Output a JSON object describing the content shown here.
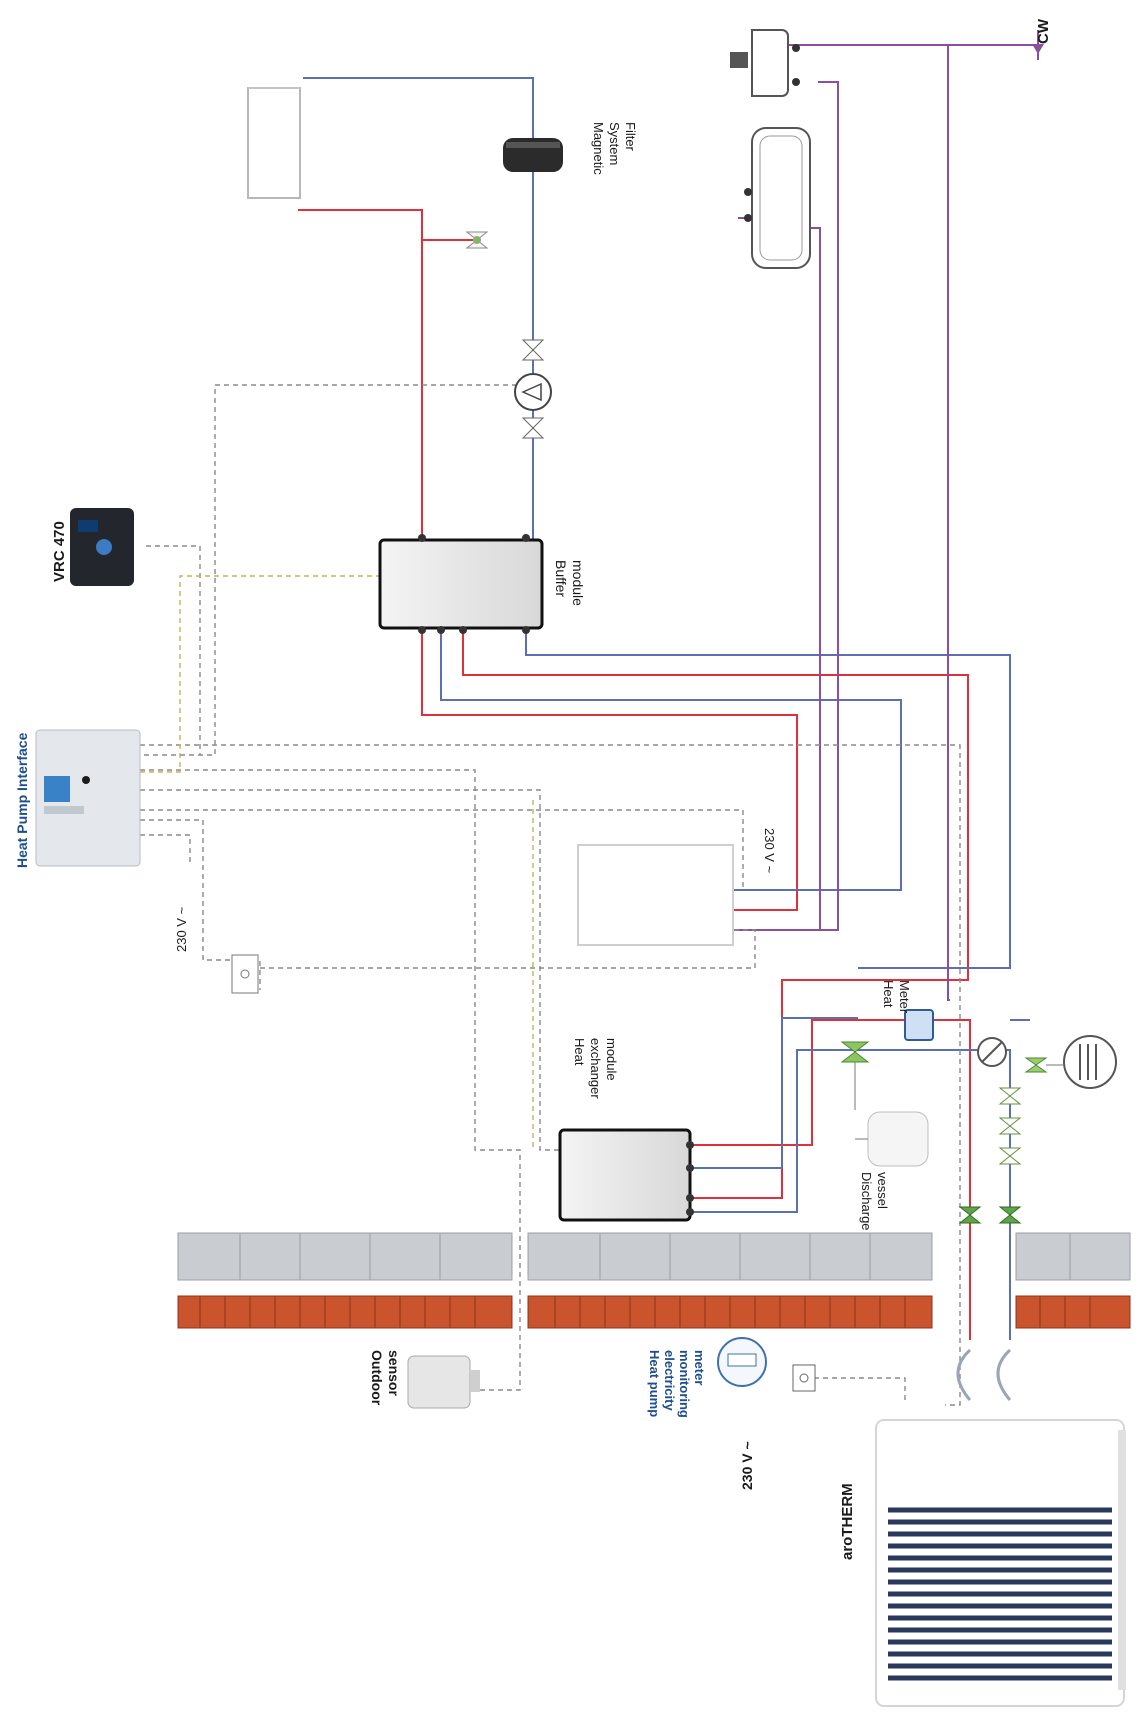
{
  "labels": {
    "magnetic_filter": [
      "Magnetic",
      "System",
      "Filter"
    ],
    "vrc": "VRC 470",
    "buffer": [
      "Buffer",
      "module"
    ],
    "hp_interface": "Heat Pump Interface",
    "voltage_a": "230 V ~",
    "voltage_b": "230 V ~",
    "voltage_c": "230 V ~",
    "heat_meter": [
      "Heat",
      "Meter"
    ],
    "hx_module": [
      "Heat",
      "exchanger",
      "module"
    ],
    "discharge": [
      "Discharge",
      "vessel"
    ],
    "outdoor": [
      "Outdoor",
      "sensor"
    ],
    "elec_meter": [
      "Heat pump",
      "electricity",
      "monitoring",
      "meter"
    ],
    "arotherm": "aroTHERM",
    "cw": "CW"
  },
  "colors": {
    "flow": "#e0303a",
    "return": "#5a6fb4",
    "cold_water": "#8a4fa0",
    "control": "#7a7a7a",
    "power": "#c8b15a",
    "brick": "#c9542e",
    "block": "#c9ccd1",
    "label_blue": "#1d4f8e"
  }
}
